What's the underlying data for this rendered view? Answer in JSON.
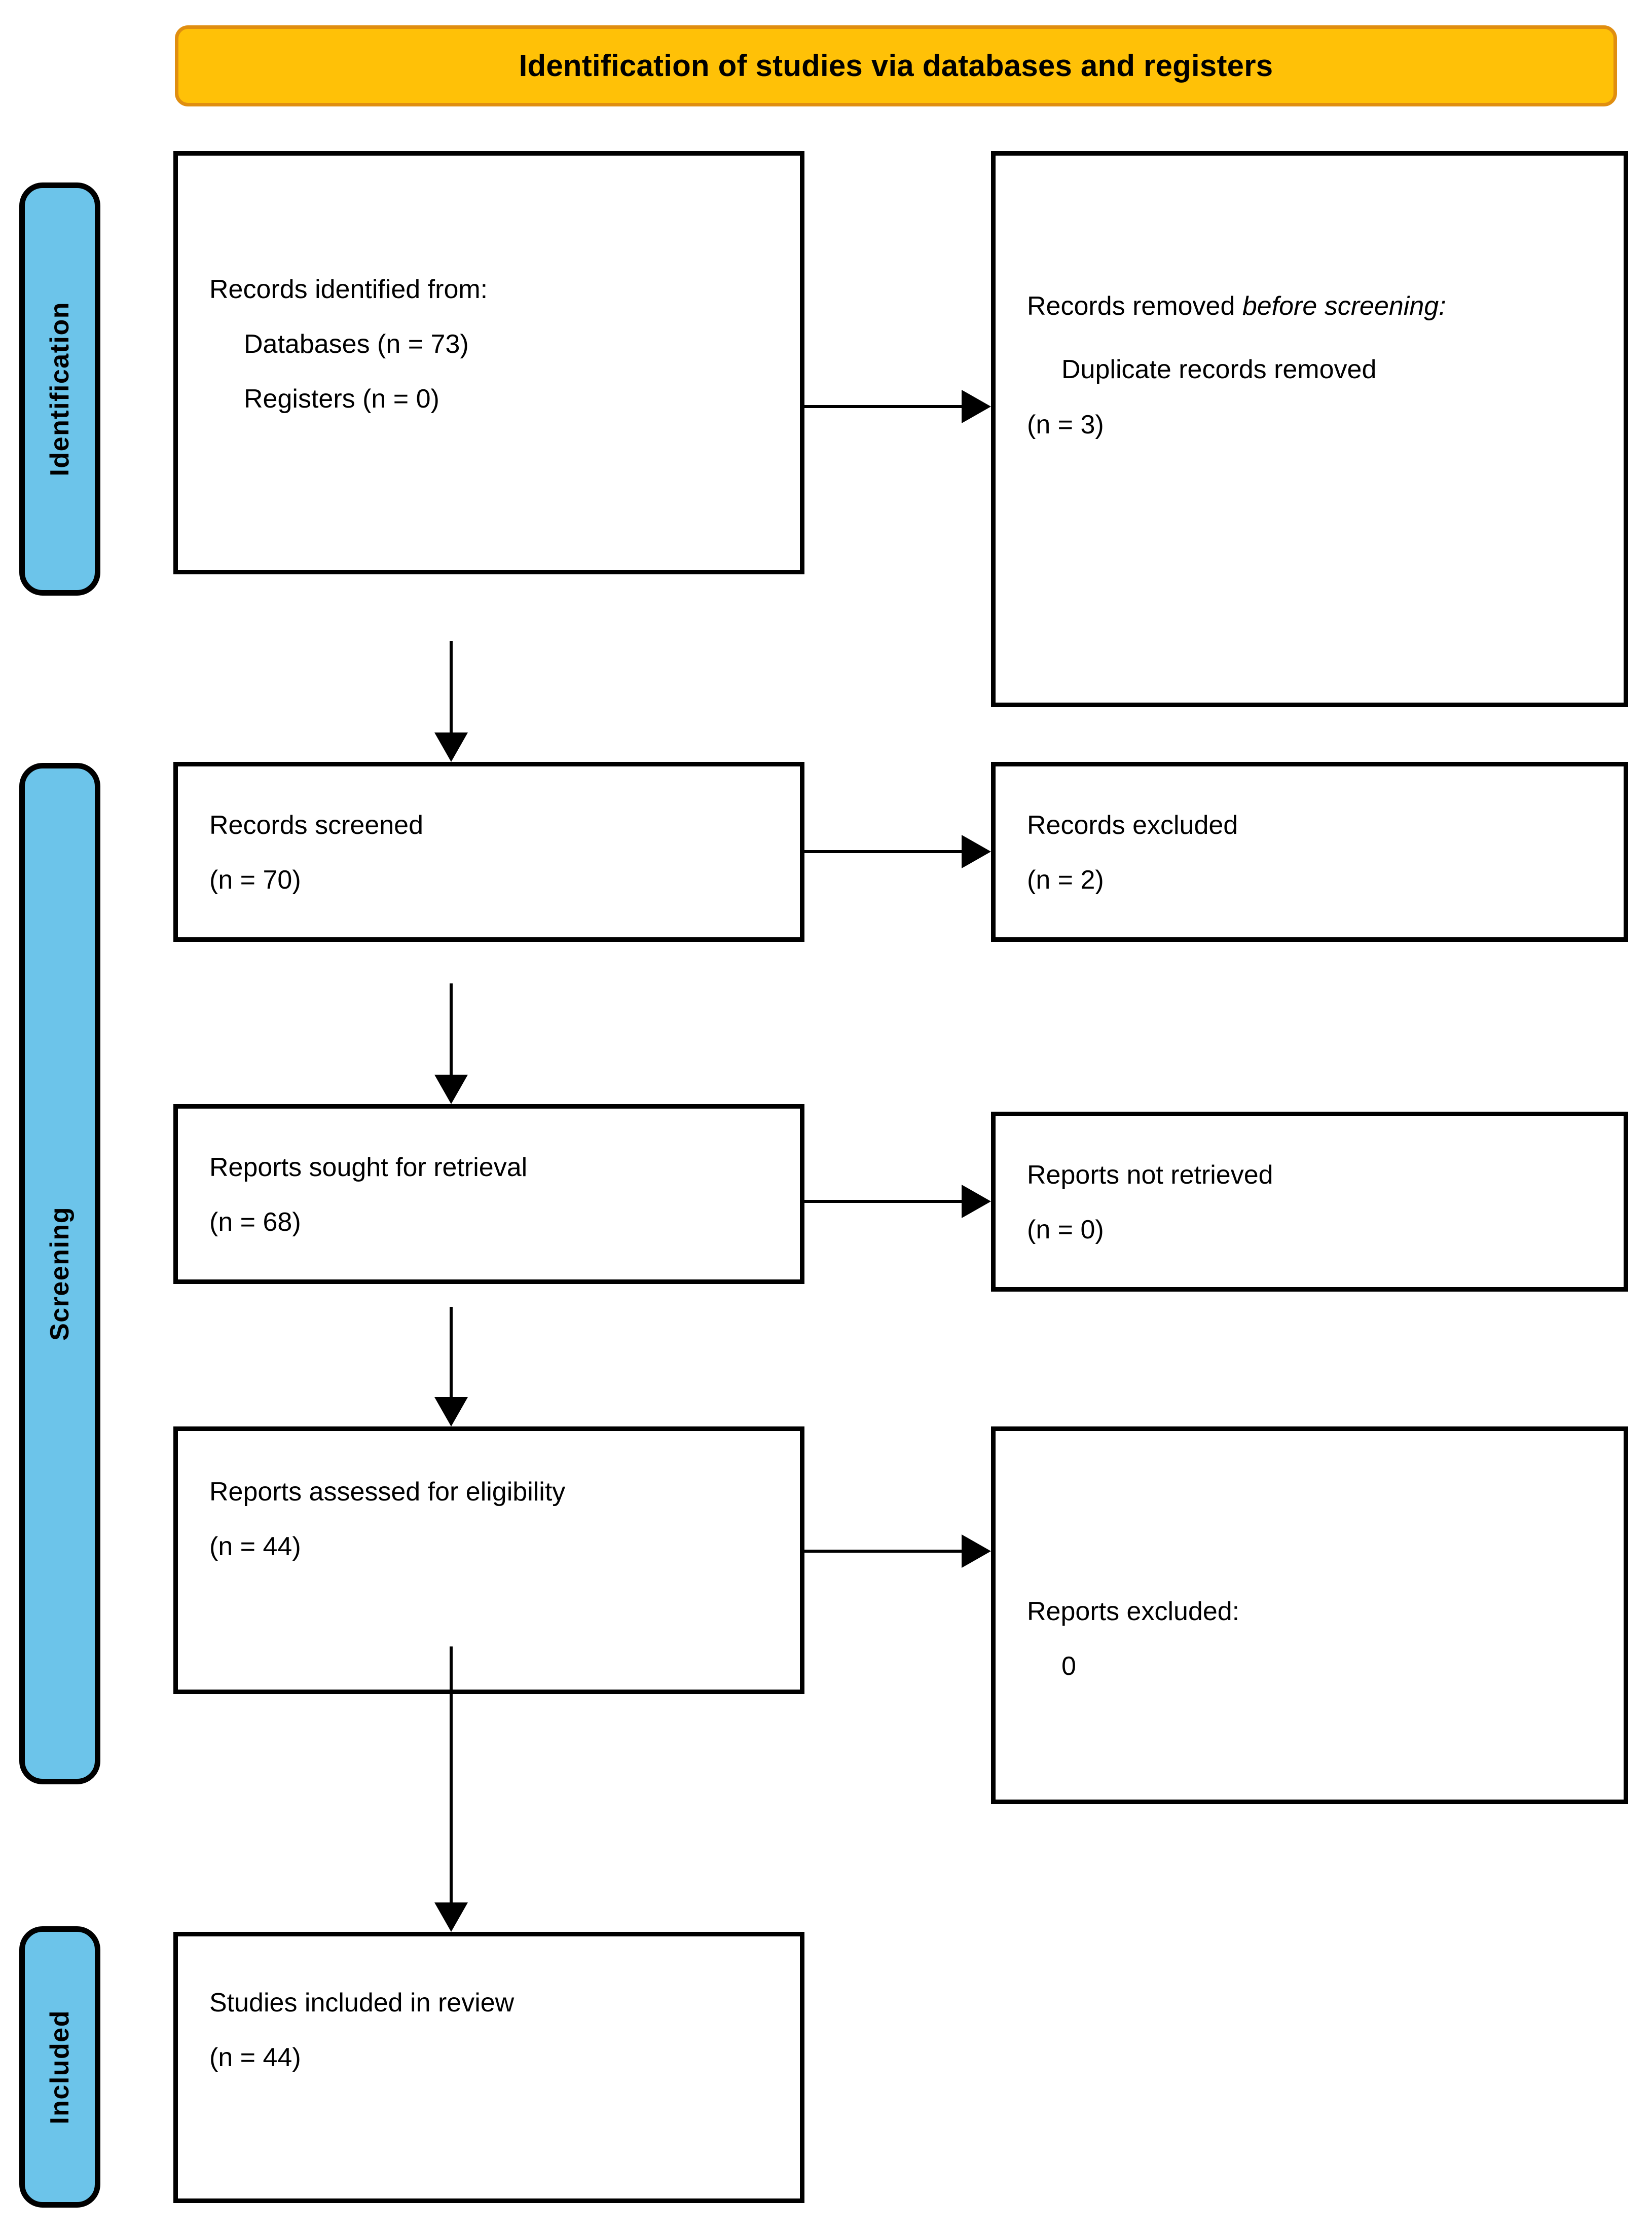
{
  "banner": {
    "title": "Identification of studies via databases and registers"
  },
  "stage_labels": {
    "identification": "Identification",
    "screening": "Screening",
    "included": "Included"
  },
  "colors": {
    "banner_fill": "#FFC107",
    "banner_border": "#E08E10",
    "pill_fill": "#6CC4EA",
    "box_border": "#000000",
    "box_fill": "#FFFFFF",
    "arrow": "#000000"
  },
  "boxes": {
    "identified": {
      "line1": "Records identified from:",
      "line2": "Databases (n = 73)",
      "line3": "Registers (n = 0)"
    },
    "removed": {
      "line1_a": "Records removed ",
      "line1_b": "before screening",
      "line1_c": ":",
      "line2": "Duplicate records removed",
      "line3": "(n = 3)"
    },
    "screened": {
      "line1": "Records screened",
      "line2": "(n = 70)"
    },
    "excluded": {
      "line1": "Records excluded",
      "line2": "(n = 2)"
    },
    "sought": {
      "line1": "Reports sought for retrieval",
      "line2": "(n = 68)"
    },
    "not_retrieved": {
      "line1": "Reports not retrieved",
      "line2": "(n = 0)"
    },
    "assessed": {
      "line1": "Reports assessed for eligibility",
      "line2": "(n = 44)"
    },
    "reports_excluded": {
      "line1": "Reports excluded:",
      "line2": "0"
    },
    "included": {
      "line1": "Studies included in review",
      "line2": "(n = 44)"
    }
  },
  "flow": {
    "identified_to_removed": "arrow-right",
    "identified_to_screened": "arrow-down",
    "screened_to_excluded": "arrow-right",
    "screened_to_sought": "arrow-down",
    "sought_to_not_retrieved": "arrow-right",
    "sought_to_assessed": "arrow-down",
    "assessed_to_reports_excluded": "arrow-right",
    "assessed_to_included": "arrow-down"
  }
}
